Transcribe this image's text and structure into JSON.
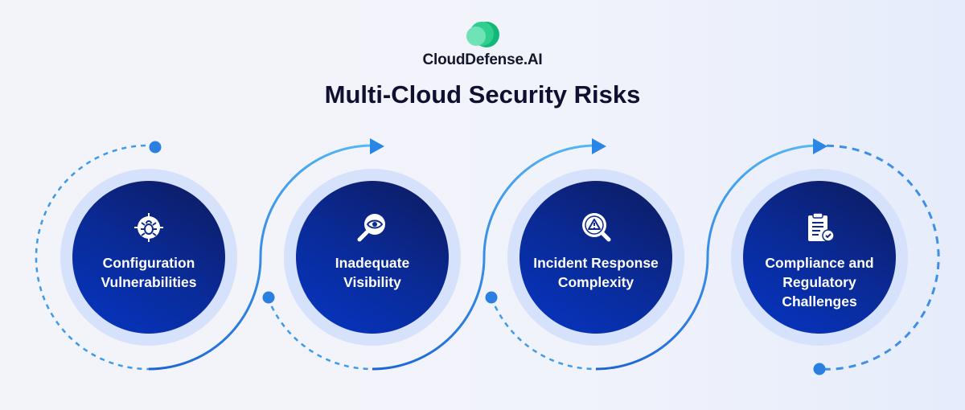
{
  "brand": {
    "name": "CloudDefense.AI",
    "colors": {
      "primary": "#0a2a96",
      "accent": "#3d8fe8",
      "logo": "#2fd08f"
    }
  },
  "title": "Multi-Cloud Security Risks",
  "steps": [
    {
      "label_line1": "Configuration",
      "label_line2": "Vulnerabilities",
      "icon": "bug-target-icon"
    },
    {
      "label_line1": "Inadequate",
      "label_line2": "Visibility",
      "icon": "eye-magnifier-icon"
    },
    {
      "label_line1": "Incident Response",
      "label_line2": "Complexity",
      "icon": "warning-magnifier-icon"
    },
    {
      "label_line1": "Compliance and",
      "label_line2": "Regulatory",
      "label_line3": "Challenges",
      "icon": "clipboard-check-icon"
    }
  ]
}
